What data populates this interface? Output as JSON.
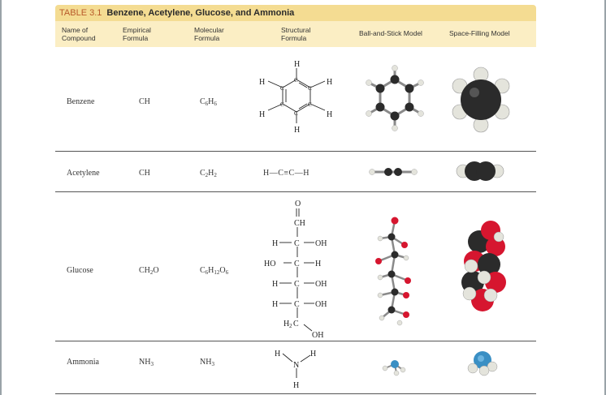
{
  "table": {
    "number": "TABLE 3.1",
    "title": "Benzene, Acetylene, Glucose, and Ammonia",
    "headers": {
      "name": [
        "Name of",
        "Compound"
      ],
      "empirical": [
        "Empirical",
        "Formula"
      ],
      "molecular": [
        "Molecular",
        "Formula"
      ],
      "structural": [
        "Structural",
        "Formula"
      ],
      "ball_stick": "Ball-and-Stick Model",
      "space_fill": "Space-Filling Model"
    },
    "rows": [
      {
        "name": "Benzene",
        "empirical": "CH",
        "molecular": {
          "a": "C",
          "an": "6",
          "b": "H",
          "bn": "6"
        }
      },
      {
        "name": "Acetylene",
        "empirical": "CH",
        "molecular": {
          "a": "C",
          "an": "2",
          "b": "H",
          "bn": "2"
        },
        "structural": "H—C≡C—H"
      },
      {
        "name": "Glucose",
        "empirical": {
          "a": "CH",
          "an": "2",
          "b": "O"
        },
        "molecular": {
          "a": "C",
          "an": "6",
          "b": "H",
          "bn": "12",
          "c": "O",
          "cn": "6"
        }
      },
      {
        "name": "Ammonia",
        "empirical": {
          "a": "NH",
          "an": "3"
        },
        "molecular": {
          "a": "NH",
          "an": "3"
        }
      }
    ]
  },
  "colors": {
    "title_bar": "#f4dc92",
    "header_bar": "#fbeec4",
    "table_number": "#b85a2a",
    "carbon": "#2b2b2b",
    "hydrogen": "#e4e4dc",
    "oxygen": "#d6162f",
    "nitrogen": "#3a8fc4"
  }
}
